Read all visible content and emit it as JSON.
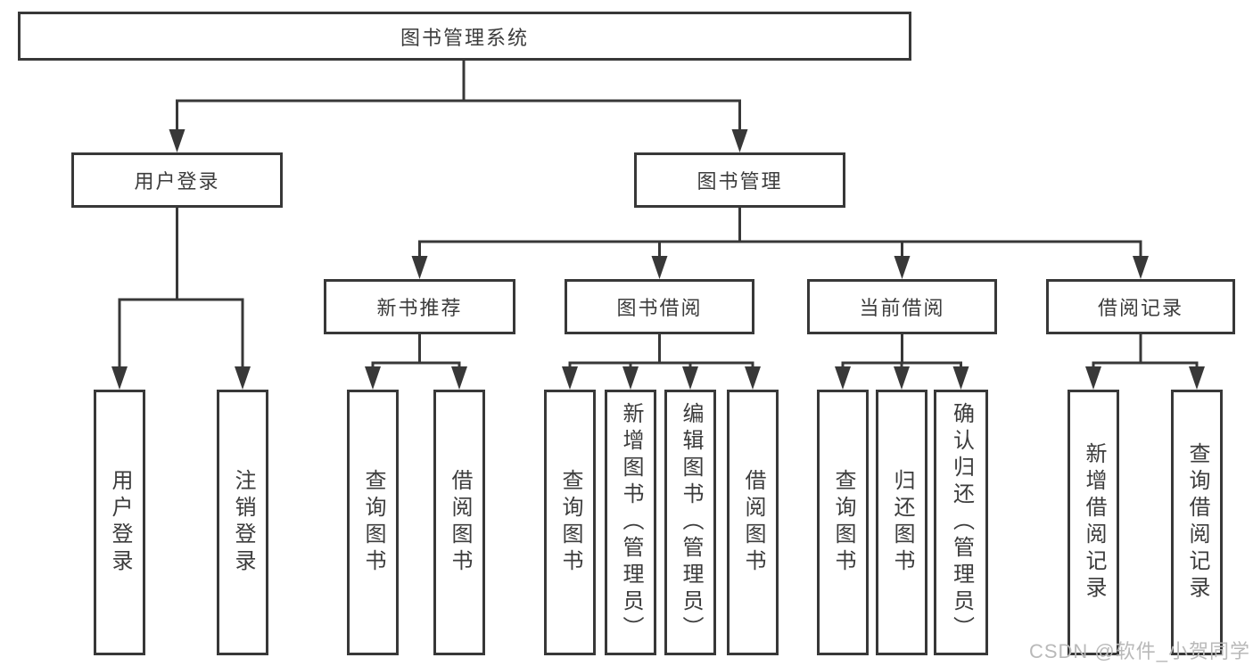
{
  "diagram": {
    "type": "hierarchy-diagram",
    "title": "图书管理系统",
    "colors": {
      "line": "#383838",
      "box_border": "#383838",
      "text": "#3c3c3c",
      "background": "#ffffff",
      "watermark": "#b9b9b9"
    },
    "tree": {
      "label": "图书管理系统",
      "children": [
        {
          "label": "用户登录",
          "children": [
            {
              "label": "用户登录"
            },
            {
              "label": "注销登录"
            }
          ]
        },
        {
          "label": "图书管理",
          "children": [
            {
              "label": "新书推荐",
              "children": [
                {
                  "label": "查询图书"
                },
                {
                  "label": "借阅图书"
                }
              ]
            },
            {
              "label": "图书借阅",
              "children": [
                {
                  "label": "查询图书"
                },
                {
                  "label": "新增图书（管理员）"
                },
                {
                  "label": "编辑图书（管理员）"
                },
                {
                  "label": "借阅图书"
                }
              ]
            },
            {
              "label": "当前借阅",
              "children": [
                {
                  "label": "查询图书"
                },
                {
                  "label": "归还图书"
                },
                {
                  "label": "确认归还（管理员）"
                }
              ]
            },
            {
              "label": "借阅记录",
              "children": [
                {
                  "label": "新增借阅记录"
                },
                {
                  "label": "查询借阅记录"
                }
              ]
            }
          ]
        }
      ]
    },
    "watermark": "CSDN @软件_小贺同学"
  }
}
